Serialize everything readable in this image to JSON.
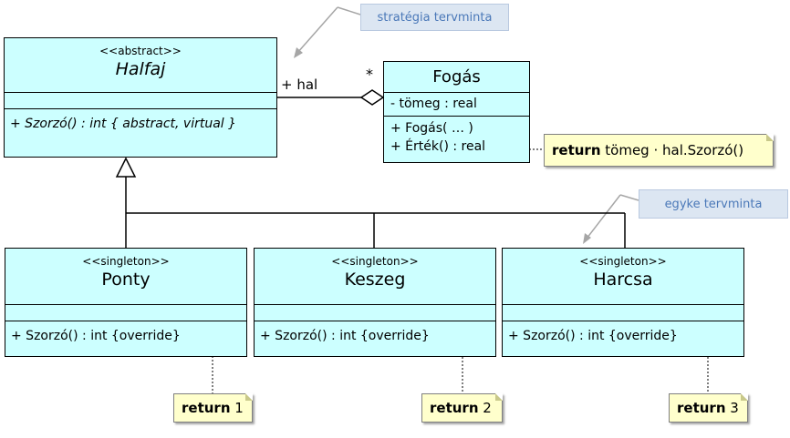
{
  "callouts": {
    "strategy": "stratégia tervminta",
    "singleton": "egyke tervminta"
  },
  "halfaj": {
    "stereotype": "<<abstract>>",
    "name": "Halfaj",
    "operation": "+ Szorzó() : int { abstract, virtual }"
  },
  "fogas": {
    "name": "Fogás",
    "attribute": "- tömeg : real",
    "operations": [
      "+ Fogás( … )",
      "+ Érték() : real"
    ]
  },
  "association": {
    "role": "+ hal",
    "multiplicity": "*"
  },
  "notes": {
    "ertek": {
      "keyword": "return",
      "text": "tömeg · hal.Szorzó()"
    },
    "ponty": {
      "keyword": "return",
      "text": "1"
    },
    "keszeg": {
      "keyword": "return",
      "text": "2"
    },
    "harcsa": {
      "keyword": "return",
      "text": "3"
    }
  },
  "subclasses": [
    {
      "stereotype": "<<singleton>>",
      "name": "Ponty",
      "operation": "+ Szorzó()  : int {override}"
    },
    {
      "stereotype": "<<singleton>>",
      "name": "Keszeg",
      "operation": "+ Szorzó()  : int {override}"
    },
    {
      "stereotype": "<<singleton>>",
      "name": "Harcsa",
      "operation": "+ Szorzó()  : int {override}"
    }
  ]
}
